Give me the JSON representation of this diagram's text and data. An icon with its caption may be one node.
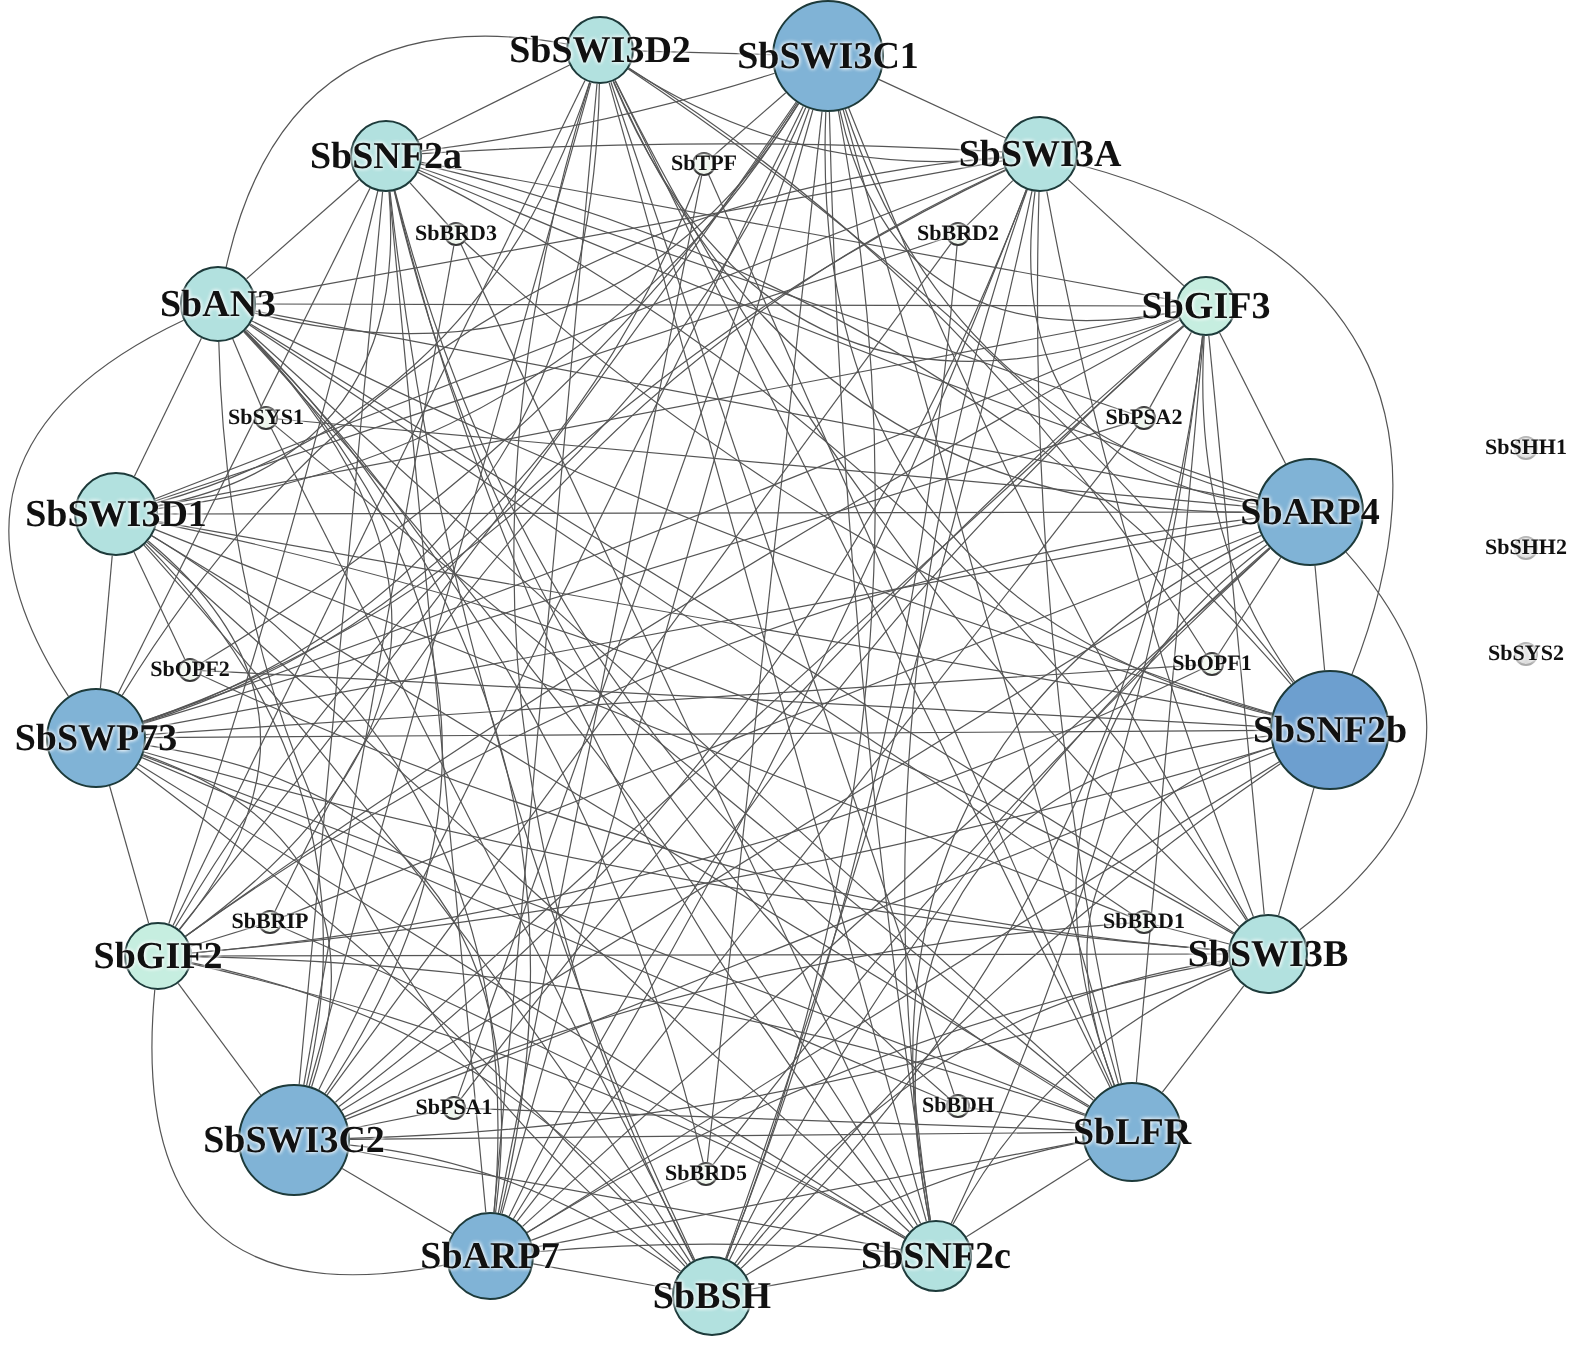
{
  "diagram": {
    "nodes": [
      {
        "text": [
          "SbSWI3D2"
        ]
      },
      {
        "text": [
          "SbSWI3C1"
        ]
      },
      {
        "text": [
          "SbSWI3A"
        ]
      },
      {
        "text": [
          "SbGIF3"
        ]
      },
      {
        "text": [
          "SbARP4"
        ]
      },
      {
        "text": [
          "SbSNF2b"
        ]
      },
      {
        "text": [
          "SbSWI3B"
        ]
      },
      {
        "text": [
          "SbLFR"
        ]
      },
      {
        "text": [
          "SbSNF2c"
        ]
      },
      {
        "text": [
          "SbBSH"
        ]
      },
      {
        "text": [
          "SbARP7"
        ]
      },
      {
        "text": [
          "SbSWI3C2"
        ]
      },
      {
        "text": [
          "SbGIF2"
        ]
      },
      {
        "text": [
          "SbSWP73"
        ]
      },
      {
        "text": [
          "SbSWI3D1"
        ]
      },
      {
        "text": [
          "SbAN3"
        ]
      },
      {
        "text": [
          "SbSNF2a"
        ]
      },
      {
        "text": [
          "SbTPF"
        ]
      },
      {
        "text": [
          "SbBRD3"
        ]
      },
      {
        "text": [
          "SbBRD2"
        ]
      },
      {
        "text": [
          "SbSYS1"
        ]
      },
      {
        "text": [
          "SbPSA2"
        ]
      },
      {
        "text": [
          "SbOPF2"
        ]
      },
      {
        "text": [
          "SbOPF1"
        ]
      },
      {
        "text": [
          "SbBRIP"
        ]
      },
      {
        "text": [
          "SbBRD1"
        ]
      },
      {
        "text": [
          "SbPSA1"
        ]
      },
      {
        "text": [
          "SbBDH"
        ]
      },
      {
        "text": [
          "SbBRD5"
        ]
      },
      {
        "text": [
          "SbSHH1"
        ]
      },
      {
        "text": [
          "SbSHH2"
        ]
      },
      {
        "text": [
          "SbSYS2"
        ]
      }
    ],
    "edges": [
      {
        "from": 0,
        "to": 1,
        "arrow": "none"
      },
      {
        "from": 0,
        "to": 2,
        "arrow": "none"
      },
      {
        "from": 0,
        "to": 3,
        "arrow": "none"
      },
      {
        "from": 0,
        "to": 4,
        "arrow": "none"
      },
      {
        "from": 0,
        "to": 5,
        "arrow": "none"
      },
      {
        "from": 0,
        "to": 6,
        "arrow": "none"
      },
      {
        "from": 0,
        "to": 7,
        "arrow": "none"
      },
      {
        "from": 0,
        "to": 8,
        "arrow": "none"
      },
      {
        "from": 0,
        "to": 9,
        "arrow": "none"
      },
      {
        "from": 0,
        "to": 10,
        "arrow": "none"
      },
      {
        "from": 0,
        "to": 11,
        "arrow": "none"
      },
      {
        "from": 0,
        "to": 12,
        "arrow": "none"
      },
      {
        "from": 0,
        "to": 13,
        "arrow": "none"
      },
      {
        "from": 0,
        "to": 14,
        "arrow": "none"
      },
      {
        "from": 0,
        "to": 15,
        "arrow": "none"
      },
      {
        "from": 0,
        "to": 16,
        "arrow": "none"
      },
      {
        "from": 1,
        "to": 2,
        "arrow": "none"
      },
      {
        "from": 1,
        "to": 3,
        "arrow": "none"
      },
      {
        "from": 1,
        "to": 4,
        "arrow": "none"
      },
      {
        "from": 1,
        "to": 5,
        "arrow": "none"
      },
      {
        "from": 1,
        "to": 6,
        "arrow": "none"
      },
      {
        "from": 1,
        "to": 7,
        "arrow": "none"
      },
      {
        "from": 1,
        "to": 8,
        "arrow": "none"
      },
      {
        "from": 1,
        "to": 9,
        "arrow": "none"
      },
      {
        "from": 1,
        "to": 10,
        "arrow": "none"
      },
      {
        "from": 1,
        "to": 11,
        "arrow": "none"
      },
      {
        "from": 1,
        "to": 12,
        "arrow": "none"
      },
      {
        "from": 1,
        "to": 13,
        "arrow": "none"
      },
      {
        "from": 1,
        "to": 14,
        "arrow": "none"
      },
      {
        "from": 1,
        "to": 15,
        "arrow": "none"
      },
      {
        "from": 1,
        "to": 16,
        "arrow": "none"
      },
      {
        "from": 2,
        "to": 3,
        "arrow": "none"
      },
      {
        "from": 2,
        "to": 4,
        "arrow": "none"
      },
      {
        "from": 2,
        "to": 5,
        "arrow": "none"
      },
      {
        "from": 2,
        "to": 6,
        "arrow": "none"
      },
      {
        "from": 2,
        "to": 7,
        "arrow": "none"
      },
      {
        "from": 2,
        "to": 8,
        "arrow": "none"
      },
      {
        "from": 2,
        "to": 9,
        "arrow": "none"
      },
      {
        "from": 2,
        "to": 10,
        "arrow": "none"
      },
      {
        "from": 2,
        "to": 11,
        "arrow": "none"
      },
      {
        "from": 2,
        "to": 12,
        "arrow": "none"
      },
      {
        "from": 2,
        "to": 13,
        "arrow": "none"
      },
      {
        "from": 2,
        "to": 14,
        "arrow": "none"
      },
      {
        "from": 2,
        "to": 15,
        "arrow": "none"
      },
      {
        "from": 2,
        "to": 16,
        "arrow": "none"
      },
      {
        "from": 3,
        "to": 4,
        "arrow": "none"
      },
      {
        "from": 3,
        "to": 5,
        "arrow": "none"
      },
      {
        "from": 3,
        "to": 6,
        "arrow": "none"
      },
      {
        "from": 3,
        "to": 7,
        "arrow": "none"
      },
      {
        "from": 3,
        "to": 8,
        "arrow": "none"
      },
      {
        "from": 3,
        "to": 9,
        "arrow": "none"
      },
      {
        "from": 3,
        "to": 10,
        "arrow": "none"
      },
      {
        "from": 3,
        "to": 11,
        "arrow": "none"
      },
      {
        "from": 3,
        "to": 12,
        "arrow": "none"
      },
      {
        "from": 3,
        "to": 13,
        "arrow": "none"
      },
      {
        "from": 3,
        "to": 14,
        "arrow": "none"
      },
      {
        "from": 3,
        "to": 15,
        "arrow": "none"
      },
      {
        "from": 3,
        "to": 16,
        "arrow": "none"
      },
      {
        "from": 4,
        "to": 5,
        "arrow": "none"
      },
      {
        "from": 4,
        "to": 6,
        "arrow": "none"
      },
      {
        "from": 4,
        "to": 7,
        "arrow": "none"
      },
      {
        "from": 4,
        "to": 8,
        "arrow": "none"
      },
      {
        "from": 4,
        "to": 9,
        "arrow": "none"
      },
      {
        "from": 4,
        "to": 10,
        "arrow": "none"
      },
      {
        "from": 4,
        "to": 11,
        "arrow": "none"
      },
      {
        "from": 4,
        "to": 12,
        "arrow": "none"
      },
      {
        "from": 4,
        "to": 13,
        "arrow": "none"
      },
      {
        "from": 4,
        "to": 14,
        "arrow": "none"
      },
      {
        "from": 4,
        "to": 15,
        "arrow": "none"
      },
      {
        "from": 4,
        "to": 16,
        "arrow": "none"
      },
      {
        "from": 5,
        "to": 6,
        "arrow": "none"
      },
      {
        "from": 5,
        "to": 7,
        "arrow": "none"
      },
      {
        "from": 5,
        "to": 8,
        "arrow": "none"
      },
      {
        "from": 5,
        "to": 9,
        "arrow": "none"
      },
      {
        "from": 5,
        "to": 10,
        "arrow": "none"
      },
      {
        "from": 5,
        "to": 11,
        "arrow": "none"
      },
      {
        "from": 5,
        "to": 12,
        "arrow": "none"
      },
      {
        "from": 5,
        "to": 13,
        "arrow": "none"
      },
      {
        "from": 5,
        "to": 14,
        "arrow": "none"
      },
      {
        "from": 5,
        "to": 15,
        "arrow": "none"
      },
      {
        "from": 5,
        "to": 16,
        "arrow": "none"
      },
      {
        "from": 6,
        "to": 7,
        "arrow": "none"
      },
      {
        "from": 6,
        "to": 8,
        "arrow": "none"
      },
      {
        "from": 6,
        "to": 9,
        "arrow": "none"
      },
      {
        "from": 6,
        "to": 10,
        "arrow": "none"
      },
      {
        "from": 6,
        "to": 11,
        "arrow": "none"
      },
      {
        "from": 6,
        "to": 12,
        "arrow": "none"
      },
      {
        "from": 6,
        "to": 13,
        "arrow": "none"
      },
      {
        "from": 6,
        "to": 14,
        "arrow": "none"
      },
      {
        "from": 6,
        "to": 15,
        "arrow": "none"
      },
      {
        "from": 6,
        "to": 16,
        "arrow": "none"
      },
      {
        "from": 7,
        "to": 8,
        "arrow": "none"
      },
      {
        "from": 7,
        "to": 9,
        "arrow": "none"
      },
      {
        "from": 7,
        "to": 10,
        "arrow": "none"
      },
      {
        "from": 7,
        "to": 11,
        "arrow": "none"
      },
      {
        "from": 7,
        "to": 12,
        "arrow": "none"
      },
      {
        "from": 7,
        "to": 13,
        "arrow": "none"
      },
      {
        "from": 7,
        "to": 14,
        "arrow": "none"
      },
      {
        "from": 7,
        "to": 15,
        "arrow": "none"
      },
      {
        "from": 7,
        "to": 16,
        "arrow": "none"
      },
      {
        "from": 8,
        "to": 9,
        "arrow": "none"
      },
      {
        "from": 8,
        "to": 10,
        "arrow": "none"
      },
      {
        "from": 8,
        "to": 11,
        "arrow": "none"
      },
      {
        "from": 8,
        "to": 12,
        "arrow": "none"
      },
      {
        "from": 8,
        "to": 13,
        "arrow": "none"
      },
      {
        "from": 8,
        "to": 14,
        "arrow": "none"
      },
      {
        "from": 8,
        "to": 15,
        "arrow": "none"
      },
      {
        "from": 8,
        "to": 16,
        "arrow": "none"
      },
      {
        "from": 9,
        "to": 10,
        "arrow": "none"
      },
      {
        "from": 9,
        "to": 11,
        "arrow": "none"
      },
      {
        "from": 9,
        "to": 12,
        "arrow": "none"
      },
      {
        "from": 9,
        "to": 13,
        "arrow": "none"
      },
      {
        "from": 9,
        "to": 14,
        "arrow": "none"
      },
      {
        "from": 9,
        "to": 15,
        "arrow": "none"
      },
      {
        "from": 9,
        "to": 16,
        "arrow": "none"
      },
      {
        "from": 10,
        "to": 11,
        "arrow": "none"
      },
      {
        "from": 10,
        "to": 12,
        "arrow": "none"
      },
      {
        "from": 10,
        "to": 13,
        "arrow": "none"
      },
      {
        "from": 10,
        "to": 14,
        "arrow": "none"
      },
      {
        "from": 10,
        "to": 15,
        "arrow": "none"
      },
      {
        "from": 10,
        "to": 16,
        "arrow": "none"
      },
      {
        "from": 11,
        "to": 12,
        "arrow": "none"
      },
      {
        "from": 11,
        "to": 13,
        "arrow": "none"
      },
      {
        "from": 11,
        "to": 14,
        "arrow": "none"
      },
      {
        "from": 11,
        "to": 15,
        "arrow": "none"
      },
      {
        "from": 11,
        "to": 16,
        "arrow": "none"
      },
      {
        "from": 12,
        "to": 13,
        "arrow": "none"
      },
      {
        "from": 12,
        "to": 14,
        "arrow": "none"
      },
      {
        "from": 12,
        "to": 15,
        "arrow": "none"
      },
      {
        "from": 12,
        "to": 16,
        "arrow": "none"
      },
      {
        "from": 13,
        "to": 14,
        "arrow": "none"
      },
      {
        "from": 13,
        "to": 15,
        "arrow": "none"
      },
      {
        "from": 13,
        "to": 16,
        "arrow": "none"
      },
      {
        "from": 14,
        "to": 15,
        "arrow": "none"
      },
      {
        "from": 14,
        "to": 16,
        "arrow": "none"
      },
      {
        "from": 15,
        "to": 16,
        "arrow": "none"
      },
      {
        "from": 17,
        "to": 1,
        "arrow": "none"
      },
      {
        "from": 17,
        "to": 7,
        "arrow": "none"
      },
      {
        "from": 17,
        "to": 10,
        "arrow": "none"
      },
      {
        "from": 17,
        "to": 13,
        "arrow": "none"
      },
      {
        "from": 18,
        "to": 16,
        "arrow": "none"
      },
      {
        "from": 18,
        "to": 5,
        "arrow": "none"
      },
      {
        "from": 18,
        "to": 8,
        "arrow": "none"
      },
      {
        "from": 18,
        "to": 11,
        "arrow": "none"
      },
      {
        "from": 19,
        "to": 2,
        "arrow": "none"
      },
      {
        "from": 19,
        "to": 11,
        "arrow": "none"
      },
      {
        "from": 19,
        "to": 9,
        "arrow": "none"
      },
      {
        "from": 19,
        "to": 14,
        "arrow": "none"
      },
      {
        "from": 20,
        "to": 15,
        "arrow": "none"
      },
      {
        "from": 20,
        "to": 4,
        "arrow": "none"
      },
      {
        "from": 20,
        "to": 7,
        "arrow": "none"
      },
      {
        "from": 20,
        "to": 9,
        "arrow": "none"
      },
      {
        "from": 21,
        "to": 3,
        "arrow": "none"
      },
      {
        "from": 21,
        "to": 13,
        "arrow": "none"
      },
      {
        "from": 21,
        "to": 10,
        "arrow": "none"
      },
      {
        "from": 21,
        "to": 16,
        "arrow": "none"
      },
      {
        "from": 22,
        "to": 14,
        "arrow": "none"
      },
      {
        "from": 22,
        "to": 5,
        "arrow": "none"
      },
      {
        "from": 22,
        "to": 6,
        "arrow": "none"
      },
      {
        "from": 22,
        "to": 1,
        "arrow": "none"
      },
      {
        "from": 23,
        "to": 4,
        "arrow": "none"
      },
      {
        "from": 23,
        "to": 13,
        "arrow": "none"
      },
      {
        "from": 23,
        "to": 12,
        "arrow": "none"
      },
      {
        "from": 23,
        "to": 0,
        "arrow": "none"
      },
      {
        "from": 24,
        "to": 12,
        "arrow": "none"
      },
      {
        "from": 24,
        "to": 4,
        "arrow": "none"
      },
      {
        "from": 24,
        "to": 2,
        "arrow": "none"
      },
      {
        "from": 24,
        "to": 8,
        "arrow": "none"
      },
      {
        "from": 25,
        "to": 6,
        "arrow": "none"
      },
      {
        "from": 25,
        "to": 15,
        "arrow": "none"
      },
      {
        "from": 25,
        "to": 14,
        "arrow": "none"
      },
      {
        "from": 25,
        "to": 11,
        "arrow": "none"
      },
      {
        "from": 26,
        "to": 11,
        "arrow": "none"
      },
      {
        "from": 26,
        "to": 3,
        "arrow": "none"
      },
      {
        "from": 26,
        "to": 1,
        "arrow": "none"
      },
      {
        "from": 26,
        "to": 7,
        "arrow": "none"
      },
      {
        "from": 27,
        "to": 7,
        "arrow": "none"
      },
      {
        "from": 27,
        "to": 16,
        "arrow": "none"
      },
      {
        "from": 27,
        "to": 0,
        "arrow": "none"
      },
      {
        "from": 27,
        "to": 13,
        "arrow": "none"
      },
      {
        "from": 28,
        "to": 10,
        "arrow": "none"
      },
      {
        "from": 28,
        "to": 1,
        "arrow": "none"
      },
      {
        "from": 28,
        "to": 4,
        "arrow": "none"
      },
      {
        "from": 28,
        "to": 15,
        "arrow": "none"
      }
    ]
  }
}
